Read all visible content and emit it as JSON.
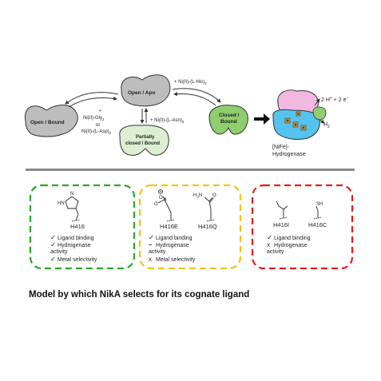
{
  "top": {
    "states": {
      "open_bound": "Open / Bound",
      "open_apo": "Open / Apo",
      "partially_closed_line1": "Partially",
      "partially_closed_line2": "closed / Bound",
      "closed_bound_line1": "Closed /",
      "closed_bound_line2": "Bound"
    },
    "ligands": {
      "left_1": "+",
      "left_2": "Ni(II)-Gly",
      "left_2_sub": "2",
      "left_3": "or",
      "left_4": "Ni(II)-(L-Asp)",
      "left_4_sub": "2",
      "middle": "+ Ni(II)-(L-Asn)",
      "middle_sub": "2",
      "right": "+ Ni(II)-(L-His)",
      "right_sub": "2"
    },
    "hydrogenase": {
      "reaction": "2 H",
      "reaction_sup": "+",
      "reaction_tail": " + 2 e",
      "reaction_tail_sup": "−",
      "h2": "H",
      "h2_sub": "2",
      "label_line1": "[NiFe]-",
      "label_line2": "Hydrogenase"
    }
  },
  "panels": [
    {
      "color": "#2aa52a",
      "mutants": [
        "H416"
      ],
      "lines": [
        {
          "mark": "check",
          "text": "Ligand binding"
        },
        {
          "mark": "check",
          "text": "Hydrogenase"
        },
        {
          "mark": "none",
          "text": "activity"
        },
        {
          "mark": "check",
          "text": "Metal selectivity"
        }
      ]
    },
    {
      "color": "#f2c318",
      "mutants": [
        "H416E",
        "H416Q"
      ],
      "lines": [
        {
          "mark": "check",
          "text": "Ligand binding"
        },
        {
          "mark": "dash",
          "text": "Hydrogenase"
        },
        {
          "mark": "none",
          "text": "activity"
        },
        {
          "mark": "cross",
          "text": "Metal selectivity"
        }
      ]
    },
    {
      "color": "#e02020",
      "mutants": [
        "H416I",
        "H416C"
      ],
      "lines": [
        {
          "mark": "check",
          "text": "Ligand binding"
        },
        {
          "mark": "cross",
          "text": "Hydrogenase"
        },
        {
          "mark": "none",
          "text": "activity"
        }
      ]
    }
  ],
  "structures": {
    "his_nh": "HN",
    "his_n": "N",
    "glu_o": "O",
    "gln_h2n": "H",
    "gln_h2n_sub": "2",
    "gln_h2n_n": "N",
    "gln_o": "O",
    "cys_sh": "SH"
  },
  "colors": {
    "protein_grey": "#bdbdbd",
    "protein_green": "#8fce6e",
    "protein_light_green": "#dcefd2",
    "hyd_pink": "#f2b8e0",
    "hyd_blue": "#55c3ee",
    "check_green": "#3a9a3a",
    "cross_red": "#e02020",
    "dash_orange": "#f0a030",
    "divider": "#8a8a8a"
  },
  "caption": "Model by which NikA selects for its cognate ligand"
}
